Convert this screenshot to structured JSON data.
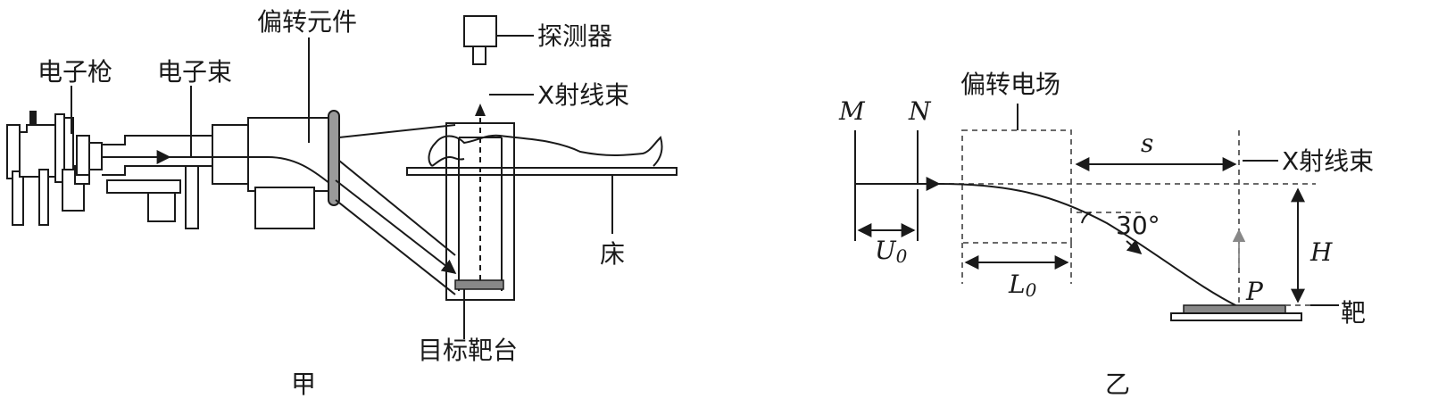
{
  "figure_jia": {
    "caption": "甲",
    "labels": {
      "electron_gun": "电子枪",
      "electron_beam": "电子束",
      "deflector": "偏转元件",
      "detector": "探测器",
      "xray_beam": "X射线束",
      "bed": "床",
      "target_stage": "目标靶台"
    }
  },
  "figure_yi": {
    "caption": "乙",
    "labels": {
      "plate_m": "M",
      "plate_n": "N",
      "deflection_field": "偏转电场",
      "distance_s": "s",
      "xray_beam": "X射线束",
      "voltage_u": "U",
      "voltage_u_sub": "0",
      "length_l": "L",
      "length_l_sub": "0",
      "angle": "30°",
      "height_h": "H",
      "point_p": "P",
      "target": "靶"
    }
  },
  "colors": {
    "ink": "#1a1a1a",
    "dashed": "#555555",
    "target_fill": "#888888",
    "deflector_fill": "#9a9a9a"
  }
}
